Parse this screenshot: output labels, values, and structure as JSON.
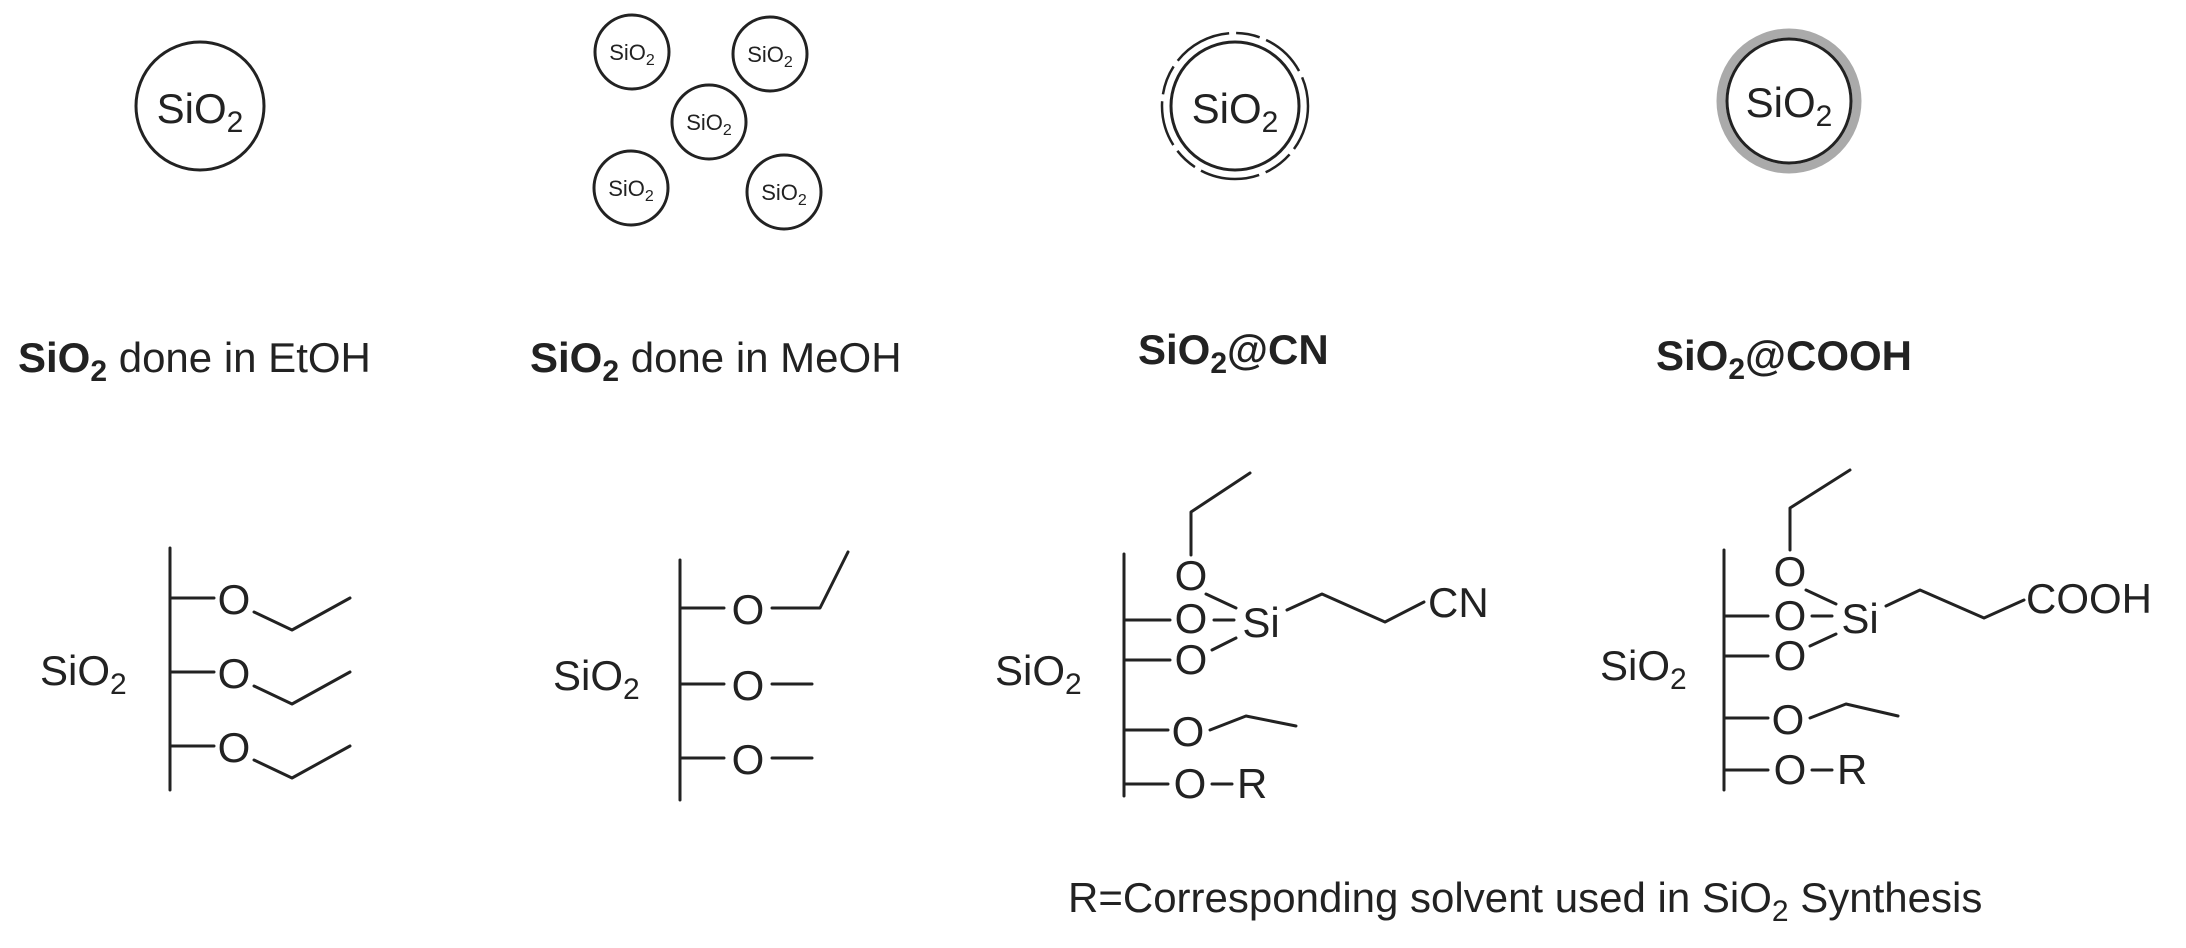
{
  "particles": {
    "particle_label": "SiO",
    "particle_sub": "2"
  },
  "captions": {
    "etoh": {
      "bold": "SiO",
      "bold_sub": "2",
      "rest": " done in EtOH"
    },
    "meoh": {
      "bold": "SiO",
      "bold_sub": "2",
      "rest": " done in MeOH"
    },
    "cn": {
      "bold_a": "SiO",
      "bold_sub": "2",
      "bold_b": "@CN"
    },
    "cooh": {
      "bold_a": "SiO",
      "bold_sub": "2",
      "bold_b": "@COOH"
    }
  },
  "structures": {
    "core_label": "SiO",
    "core_sub": "2",
    "oxygen": "O",
    "silicon": "Si",
    "cn_group": "CN",
    "cooh_group": "COOH",
    "r_group": "R"
  },
  "footnote": {
    "text_a": "R=Corresponding solvent used in SiO",
    "sub": "2",
    "text_b": " Synthesis"
  }
}
